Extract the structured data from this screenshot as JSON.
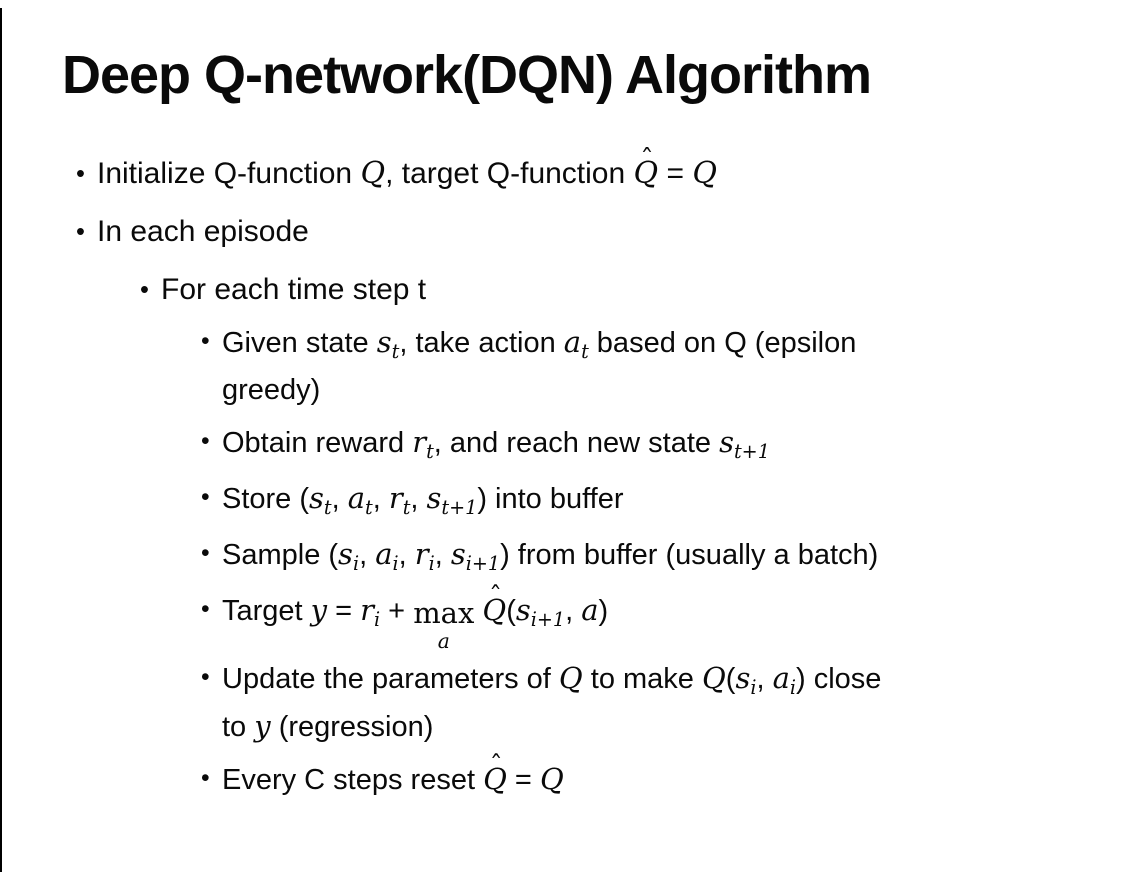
{
  "slide": {
    "title": "Deep Q-network(DQN) Algorithm",
    "background": "#ffffff",
    "text_color": "#0a0a0a",
    "border_color": "#000000",
    "bullet_glyph": "•",
    "hat_glyph": "ˆ",
    "bullets": [
      {
        "level": 1,
        "segments": [
          {
            "k": "p",
            "t": "Initialize Q-function "
          },
          {
            "k": "m",
            "t": "Q"
          },
          {
            "k": "p",
            "t": ", target Q-function "
          },
          {
            "k": "h",
            "t": "Q"
          },
          {
            "k": "p",
            "t": " = "
          },
          {
            "k": "m",
            "t": "Q"
          }
        ]
      },
      {
        "level": 1,
        "segments": [
          {
            "k": "p",
            "t": "In each episode"
          }
        ]
      },
      {
        "level": 2,
        "segments": [
          {
            "k": "p",
            "t": "For each time step t"
          }
        ]
      },
      {
        "level": 3,
        "segments": [
          {
            "k": "p",
            "t": "Given state "
          },
          {
            "k": "ms",
            "t": "s",
            "sub": "t"
          },
          {
            "k": "p",
            "t": ", take action "
          },
          {
            "k": "ms",
            "t": "a",
            "sub": "t"
          },
          {
            "k": "p",
            "t": " based on Q (epsilon"
          },
          {
            "k": "b"
          },
          {
            "k": "p",
            "t": "greedy)"
          }
        ]
      },
      {
        "level": 3,
        "segments": [
          {
            "k": "p",
            "t": "Obtain reward "
          },
          {
            "k": "ms",
            "t": "r",
            "sub": "t"
          },
          {
            "k": "p",
            "t": ", and reach new state "
          },
          {
            "k": "ms",
            "t": "s",
            "sub": "t+1"
          }
        ]
      },
      {
        "level": 3,
        "segments": [
          {
            "k": "p",
            "t": "Store ("
          },
          {
            "k": "ms",
            "t": "s",
            "sub": "t"
          },
          {
            "k": "p",
            "t": ", "
          },
          {
            "k": "ms",
            "t": "a",
            "sub": "t"
          },
          {
            "k": "p",
            "t": ", "
          },
          {
            "k": "ms",
            "t": "r",
            "sub": "t"
          },
          {
            "k": "p",
            "t": ", "
          },
          {
            "k": "ms",
            "t": "s",
            "sub": "t+1"
          },
          {
            "k": "p",
            "t": ") into buffer"
          }
        ]
      },
      {
        "level": 3,
        "segments": [
          {
            "k": "p",
            "t": "Sample ("
          },
          {
            "k": "ms",
            "t": "s",
            "sub": "i"
          },
          {
            "k": "p",
            "t": ", "
          },
          {
            "k": "ms",
            "t": "a",
            "sub": "i"
          },
          {
            "k": "p",
            "t": ", "
          },
          {
            "k": "ms",
            "t": "r",
            "sub": "i"
          },
          {
            "k": "p",
            "t": ", "
          },
          {
            "k": "ms",
            "t": "s",
            "sub": "i+1"
          },
          {
            "k": "p",
            "t": ") from buffer (usually a batch)"
          }
        ]
      },
      {
        "level": 3,
        "segments": [
          {
            "k": "p",
            "t": "Target "
          },
          {
            "k": "m",
            "t": "y"
          },
          {
            "k": "p",
            "t": " = "
          },
          {
            "k": "ms",
            "t": "r",
            "sub": "i"
          },
          {
            "k": "p",
            "t": " + "
          },
          {
            "k": "x",
            "t": "max",
            "under": "a"
          },
          {
            "k": "p",
            "t": " "
          },
          {
            "k": "h",
            "t": "Q"
          },
          {
            "k": "p",
            "t": "("
          },
          {
            "k": "ms",
            "t": "s",
            "sub": "i+1"
          },
          {
            "k": "p",
            "t": ", "
          },
          {
            "k": "m",
            "t": "a"
          },
          {
            "k": "p",
            "t": ")"
          }
        ]
      },
      {
        "level": 3,
        "segments": [
          {
            "k": "p",
            "t": "Update the parameters of "
          },
          {
            "k": "m",
            "t": "Q"
          },
          {
            "k": "p",
            "t": " to make "
          },
          {
            "k": "m",
            "t": "Q"
          },
          {
            "k": "p",
            "t": "("
          },
          {
            "k": "ms",
            "t": "s",
            "sub": "i"
          },
          {
            "k": "p",
            "t": ", "
          },
          {
            "k": "ms",
            "t": "a",
            "sub": "i"
          },
          {
            "k": "p",
            "t": ") close"
          },
          {
            "k": "b"
          },
          {
            "k": "p",
            "t": "to "
          },
          {
            "k": "m",
            "t": "y"
          },
          {
            "k": "p",
            "t": " (regression)"
          }
        ]
      },
      {
        "level": 3,
        "segments": [
          {
            "k": "p",
            "t": "Every C steps reset "
          },
          {
            "k": "h",
            "t": "Q"
          },
          {
            "k": "p",
            "t": " = "
          },
          {
            "k": "m",
            "t": "Q"
          }
        ]
      }
    ]
  }
}
